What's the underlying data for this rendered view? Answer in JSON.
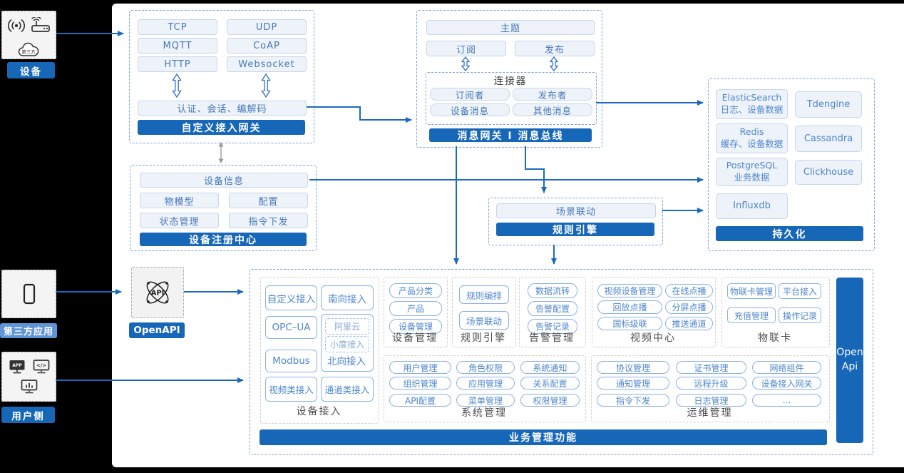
{
  "colors": {
    "primary": "#1767b8",
    "accent_light": "#6094d6",
    "node_text": "#4678b9",
    "bottom_node_text": "#4e86cc"
  },
  "left_rail": {
    "device": {
      "label": "设备",
      "cloud_text": "第三方"
    },
    "third_party": {
      "label": "第三方应用"
    },
    "user_side": {
      "label": "用户侧",
      "app_icon_text": "APP",
      "code_icon_text": "</>"
    }
  },
  "custom_gateway": {
    "protocols": [
      "TCP",
      "UDP",
      "MQTT",
      "CoAP",
      "HTTP",
      "Websocket"
    ],
    "auth": "认证、会话、编解码",
    "title": "自定义接入网关"
  },
  "device_registry": {
    "device_info": "设备信息",
    "items": [
      "物模型",
      "配置",
      "状态管理",
      "指令下发"
    ],
    "title": "设备注册中心"
  },
  "message_gateway": {
    "topic": "主题",
    "subscribe": "订阅",
    "publish": "发布",
    "connector": {
      "title": "连接器",
      "items": [
        "订阅者",
        "发布者",
        "设备消息",
        "其他消息"
      ]
    },
    "title": "消息网关 I 消息总线"
  },
  "persistence": {
    "stores": [
      {
        "line1": "ElasticSearch",
        "line2": "日志、设备数据"
      },
      {
        "line1": "Tdengine",
        "line2": ""
      },
      {
        "line1": "Redis",
        "line2": "缓存、设备数据"
      },
      {
        "line1": "Cassandra",
        "line2": ""
      },
      {
        "line1": "PostgreSQL",
        "line2": "业务数据"
      },
      {
        "line1": "Clickhouse",
        "line2": ""
      },
      {
        "line1": "Influxdb",
        "line2": ""
      }
    ],
    "title": "持久化"
  },
  "rule_engine_box": {
    "scene": "场景联动",
    "title": "规则引擎"
  },
  "openapi": {
    "label": "OpenAPI",
    "icon_text": "API"
  },
  "business": {
    "device_access": {
      "label": "设备接入",
      "custom": "自定义接入",
      "south": "南向接入",
      "opcua": "OPC–UA",
      "modbus": "Modbus",
      "video": "视频类接入",
      "channel": "通道类接入",
      "north": {
        "label": "北向接入",
        "ali": "阿里云",
        "xiaodu": "小度接入"
      }
    },
    "device_mgmt": {
      "label": "设备管理",
      "buttons": [
        "产品分类",
        "产品",
        "设备管理"
      ]
    },
    "rule": {
      "label": "规则引擎",
      "buttons": [
        "规则编排",
        "场景联动"
      ]
    },
    "alarm": {
      "label": "告警管理",
      "buttons": [
        "数据流转",
        "告警配置",
        "告警记录"
      ]
    },
    "video": {
      "label": "视频中心",
      "buttons": [
        "视频设备管理",
        "在线点播",
        "回放点播",
        "分屏点播",
        "国标级联",
        "推送通道"
      ]
    },
    "iot_card": {
      "label": "物联卡",
      "buttons": [
        "物联卡管理",
        "平台接入",
        "充值管理",
        "操作记录"
      ]
    },
    "system": {
      "label": "系统管理",
      "buttons": [
        "用户管理",
        "角色权限",
        "系统通知",
        "组织管理",
        "应用管理",
        "关系配置",
        "API配置",
        "菜单管理",
        "权限管理"
      ]
    },
    "ops": {
      "label": "运维管理",
      "buttons": [
        "协议管理",
        "证书管理",
        "网络组件",
        "通知管理",
        "远程升级",
        "设备接入网关",
        "指令下发",
        "日志管理",
        "..."
      ]
    },
    "footer": "业务管理功能",
    "open_api_bar": {
      "line1": "Open",
      "line2": "Api"
    }
  }
}
